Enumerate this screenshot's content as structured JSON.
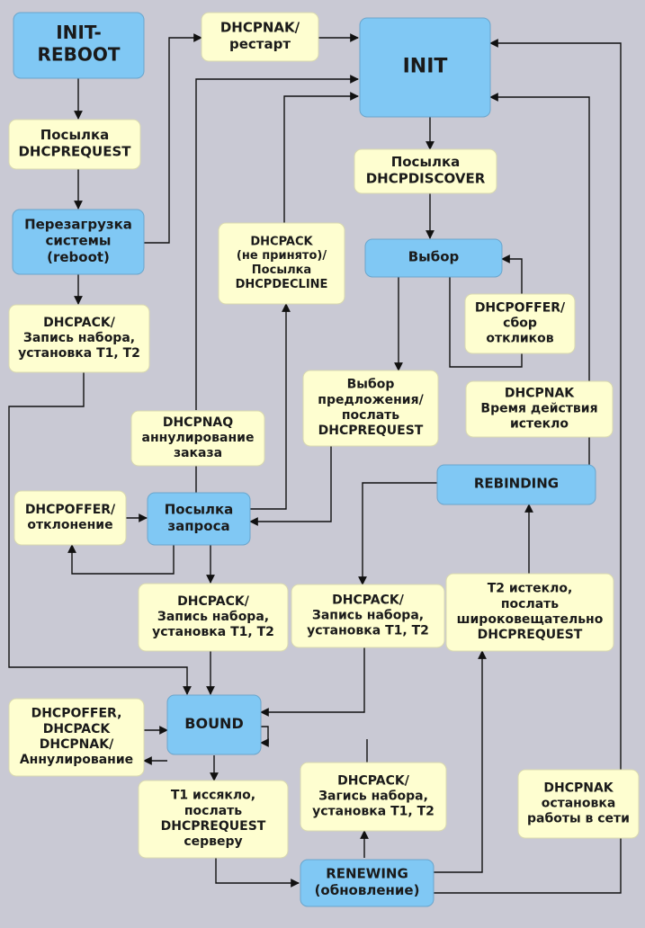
{
  "states": {
    "init_reboot": [
      "INIT-",
      "REBOOT"
    ],
    "init": [
      "INIT"
    ],
    "reboot": [
      "Перезагрузка",
      "системы",
      "(reboot)"
    ],
    "select": [
      "Выбор"
    ],
    "requesting": [
      "Посылка",
      "запроса"
    ],
    "rebinding": [
      "REBINDING"
    ],
    "bound": [
      "BOUND"
    ],
    "renewing": [
      "RENEWING",
      "(обновление)"
    ]
  },
  "labels": {
    "nak_restart": [
      "DHCPNAK/",
      "рестарт"
    ],
    "send_request_1": [
      "Посылка",
      "DHCPREQUEST"
    ],
    "send_discover": [
      "Посылка",
      "DHCPDISCOVER"
    ],
    "ack_decline": [
      "DHCPACK",
      "(не принято)/",
      "Посылка",
      "DHCPDECLINE"
    ],
    "ack_record_1": [
      "DHCPACK/",
      "Запись набора,",
      "установка T1, T2"
    ],
    "offer_collect": [
      "DHCPOFFER/",
      "сбор",
      "откликов"
    ],
    "select_offer": [
      "Выбор",
      "предложения/",
      "послать",
      "DHCPREQUEST"
    ],
    "nak_expired": [
      "DHCPNAK",
      "Время действия",
      "истекло"
    ],
    "naq_cancel": [
      "DHCPNAQ",
      "аннулирование",
      "заказа"
    ],
    "offer_reject": [
      "DHCPOFFER/",
      "отклонение"
    ],
    "ack_record_2": [
      "DHCPACK/",
      "Запись набора,",
      "установка T1, T2"
    ],
    "ack_record_3": [
      "DHCPACK/",
      "Запись набора,",
      "установка T1, T2"
    ],
    "t2_expired": [
      "T2 истекло,",
      "послать",
      "широковещательно",
      "DHCPREQUEST"
    ],
    "offer_ack_nak": [
      "DHCPOFFER,",
      "DHCPACK",
      "DHCPNAK/",
      "Аннулирование"
    ],
    "t1_expired": [
      "T1 иссякло,",
      "послать",
      "DHCPREQUEST",
      "серверу"
    ],
    "ack_record_4": [
      "DHCPACK/",
      "Загись набора,",
      "установка T1, T2"
    ],
    "nak_stop": [
      "DHCPNAK",
      "остановка",
      "работы в сети"
    ]
  }
}
